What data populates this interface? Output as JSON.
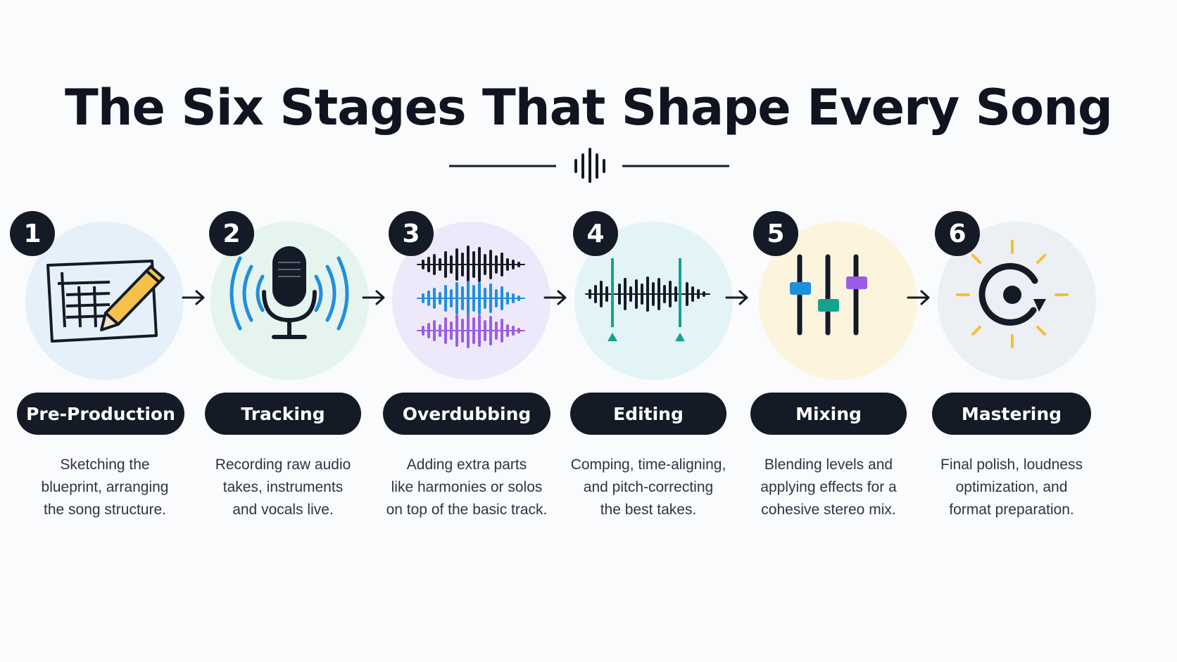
{
  "title": "The Six Stages That Shape Every Song",
  "colors": {
    "dark": "#141a26",
    "blue": "#1f8fe0",
    "purple": "#9b5de5",
    "teal": "#14a38c",
    "yellow": "#f2c12e",
    "bg_blue": "#e6f0fa",
    "bg_green": "#e5f4ef",
    "bg_purple": "#ede9fb",
    "bg_teal": "#e3f4f6",
    "bg_yellow": "#fdf4de",
    "bg_grey": "#eceff3"
  },
  "stages": [
    {
      "number": "1",
      "name": "Pre-Production",
      "icon": "blueprint-pencil-icon",
      "desc": [
        "Sketching the",
        "blueprint, arranging",
        "the song structure."
      ]
    },
    {
      "number": "2",
      "name": "Tracking",
      "icon": "microphone-icon",
      "desc": [
        "Recording raw audio",
        "takes, instruments",
        "and vocals live."
      ]
    },
    {
      "number": "3",
      "name": "Overdubbing",
      "icon": "layered-waveforms-icon",
      "desc": [
        "Adding extra parts",
        "like harmonies or solos",
        "on top of the basic track."
      ]
    },
    {
      "number": "4",
      "name": "Editing",
      "icon": "waveform-edit-markers-icon",
      "desc": [
        "Comping, time-aligning,",
        "and pitch-correcting",
        "the best takes."
      ]
    },
    {
      "number": "5",
      "name": "Mixing",
      "icon": "fader-sliders-icon",
      "desc": [
        "Blending levels and",
        "applying effects for a",
        "cohesive stereo mix."
      ]
    },
    {
      "number": "6",
      "name": "Mastering",
      "icon": "polish-cycle-icon",
      "desc": [
        "Final polish, loudness",
        "optimization, and",
        "format preparation."
      ]
    }
  ]
}
